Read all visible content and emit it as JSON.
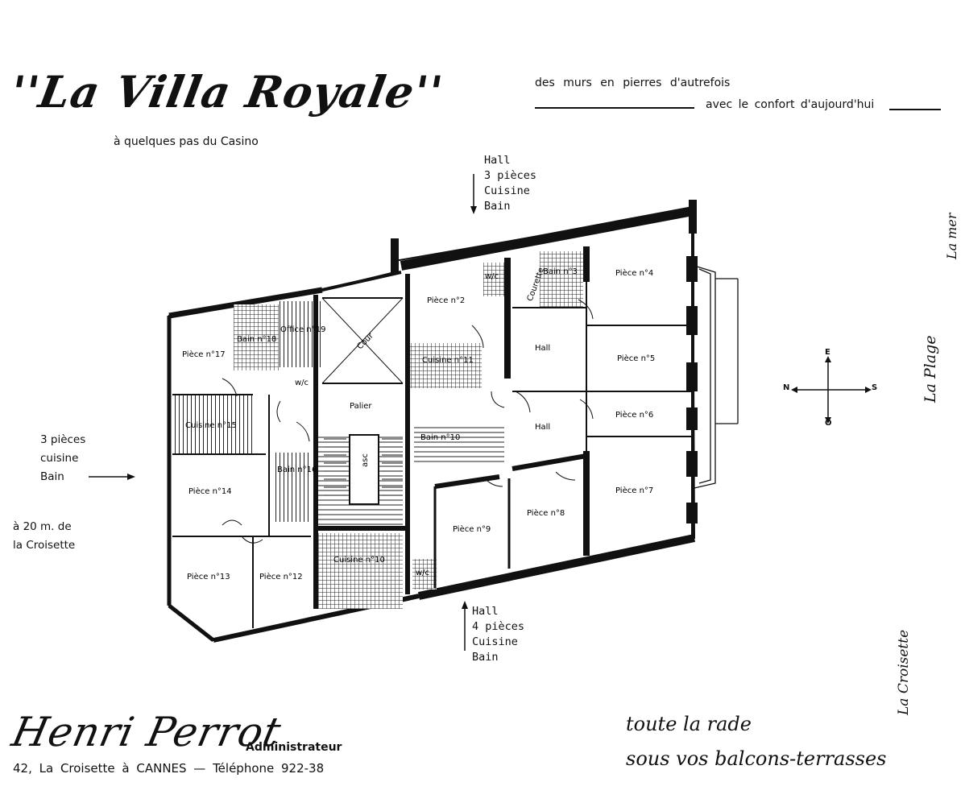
{
  "header": {
    "title": "''La Villa Royale''",
    "subtitle": "à quelques pas du Casino",
    "slogan_line1": "des murs en pierres d'autrefois",
    "slogan_line2": "avec le confort d'aujourd'hui"
  },
  "callouts": {
    "top": [
      "Hall",
      "3 pièces",
      "Cuisine",
      "Bain"
    ],
    "left": [
      "3 pièces",
      "cuisine",
      "Bain"
    ],
    "bottom": [
      "Hall",
      "4 pièces",
      "Cuisine",
      "Bain"
    ],
    "distance": [
      "à 20 m. de",
      "la Croisette"
    ]
  },
  "side_labels": {
    "mer": "La mer",
    "plage": "La Plage",
    "croisette": "La Croisette"
  },
  "compass": {
    "north": "N",
    "south": "S",
    "east": "E",
    "west": "O"
  },
  "rooms": {
    "p2": "Pièce n°2",
    "p4": "Pièce n°4",
    "p5": "Pièce n°5",
    "p6": "Pièce n°6",
    "p7": "Pièce n°7",
    "p8": "Pièce n°8",
    "p9": "Pièce n°9",
    "p12": "Pièce n°12",
    "p13": "Pièce n°13",
    "p14": "Pièce n°14",
    "p17": "Pièce n°17",
    "cour": "Cour",
    "courette": "Courette",
    "palier": "Palier",
    "hall1": "Hall",
    "hall2": "Hall",
    "cuisine11": "Cuisine n°11",
    "cuisine15": "Cuisine n°15",
    "cuisine10": "Cuisine n°10",
    "bain18": "Bain n°18",
    "office19": "Office n°19",
    "bain3": "Bain n°3",
    "bain10": "Bain n°10",
    "bain16": "Bain n°16",
    "wc": "w/c",
    "wc2": "w/c",
    "wc3": "w/c",
    "asc": "asc"
  },
  "footer": {
    "signature": "Henri Perrot",
    "role": "Administrateur",
    "address": "42, La Croisette à CANNES — Téléphone 922-38",
    "tagline1": "toute la rade",
    "tagline2": "sous vos balcons-terrasses"
  }
}
